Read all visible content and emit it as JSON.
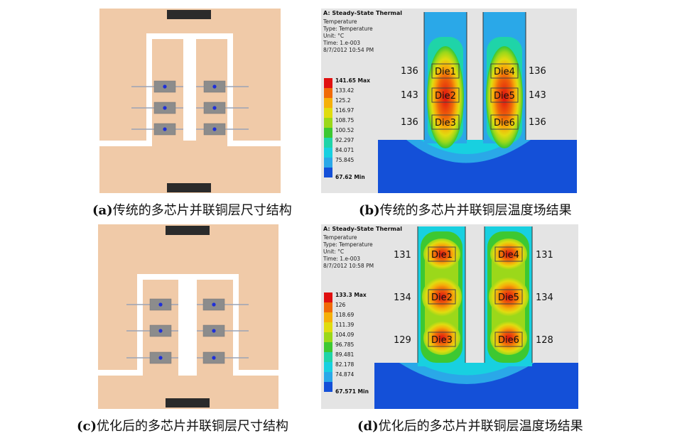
{
  "captions": {
    "a": {
      "label": "(a)",
      "text": "传统的多芯片并联铜层尺寸结构"
    },
    "b": {
      "label": "(b)",
      "text": "传统的多芯片并联铜层温度场结果"
    },
    "c": {
      "label": "(c)",
      "text": "优化后的多芯片并联铜层尺寸结构"
    },
    "d": {
      "label": "(d)",
      "text": "优化后的多芯片并联铜层温度场结果"
    }
  },
  "thermal_b": {
    "title": "A: Steady-State Thermal",
    "lines": [
      "Temperature",
      "Type: Temperature",
      "Unit: °C",
      "Time: 1.e-003",
      "8/7/2012 10:54 PM"
    ],
    "legend": [
      "141.65 Max",
      "133.42",
      "125.2",
      "116.97",
      "108.75",
      "100.52",
      "92.297",
      "84.071",
      "75.845",
      "67.62 Min"
    ],
    "dies": [
      "Die1",
      "Die2",
      "Die3",
      "Die4",
      "Die5",
      "Die6"
    ],
    "temps": [
      "136",
      "143",
      "136",
      "136",
      "143",
      "136"
    ]
  },
  "thermal_d": {
    "title": "A: Steady-State Thermal",
    "lines": [
      "Temperature",
      "Type: Temperature",
      "Unit: °C",
      "Time: 1.e-003",
      "8/7/2012 10:58 PM"
    ],
    "legend": [
      "133.3 Max",
      "126",
      "118.69",
      "111.39",
      "104.09",
      "96.785",
      "89.481",
      "82.178",
      "74.874",
      "67.571 Min"
    ],
    "dies": [
      "Die1",
      "Die2",
      "Die3",
      "Die4",
      "Die5",
      "Die6"
    ],
    "temps": [
      "131",
      "134",
      "129",
      "131",
      "134",
      "128"
    ]
  },
  "colors": {
    "copper": "#f0caa8",
    "pad": "#2b2b2b",
    "chip": "#8c8c8c",
    "dot": "#1f2fd8",
    "lead": "#9aa3b5",
    "scale": [
      "#e01010",
      "#f06a08",
      "#f5b00a",
      "#e0dc10",
      "#9bd81a",
      "#3dc832",
      "#1fd4a8",
      "#18d0e0",
      "#2aa8e8",
      "#1450d8"
    ]
  }
}
